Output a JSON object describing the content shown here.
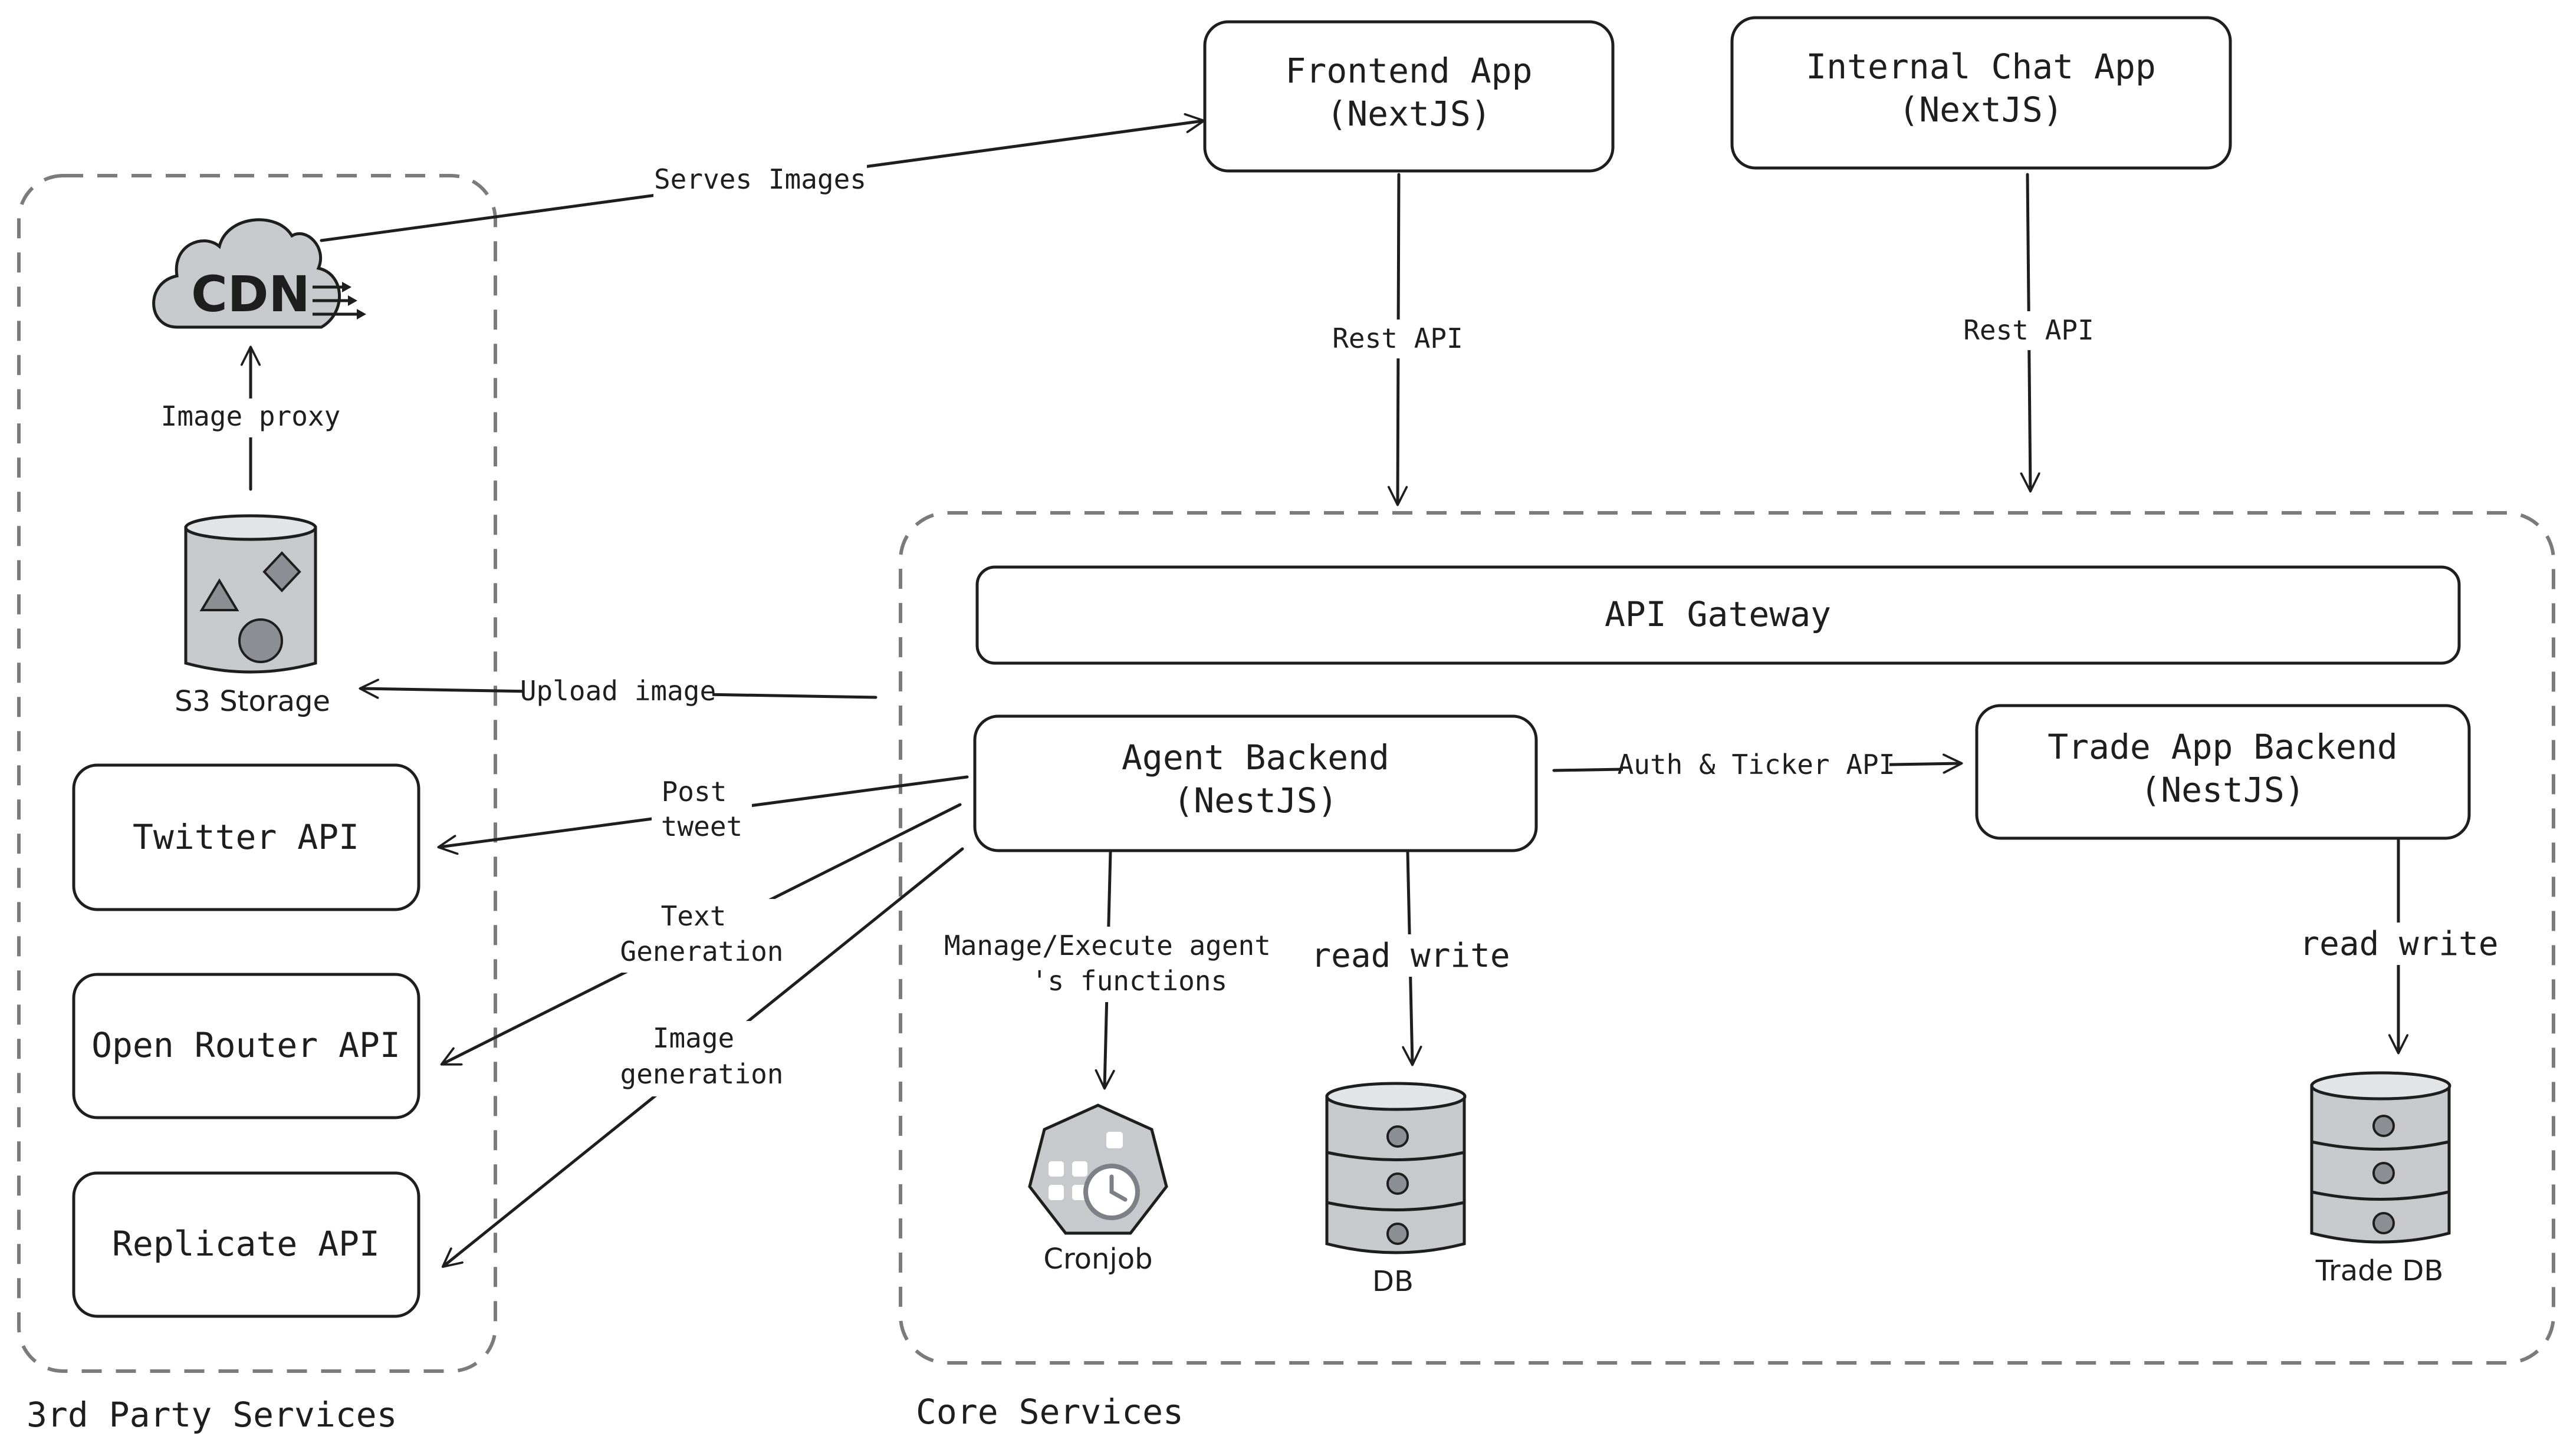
{
  "groups": {
    "third_party": {
      "label": "3rd Party Services"
    },
    "core": {
      "label": "Core Services"
    }
  },
  "nodes": {
    "frontend": {
      "line1": "Frontend App",
      "line2": "(NextJS)"
    },
    "internal_chat": {
      "line1": "Internal Chat App",
      "line2": "(NextJS)"
    },
    "api_gateway": {
      "label": "API Gateway"
    },
    "agent_backend": {
      "line1": "Agent Backend",
      "line2": "(NestJS)"
    },
    "trade_backend": {
      "line1": "Trade App Backend",
      "line2": "(NestJS)"
    },
    "twitter": {
      "label": "Twitter API"
    },
    "open_router": {
      "label": "Open Router API"
    },
    "replicate": {
      "label": "Replicate API"
    },
    "cdn": {
      "label": "CDN"
    },
    "s3": {
      "label": "S3 Storage"
    },
    "cronjob": {
      "label": "Cronjob"
    },
    "db": {
      "label": "DB"
    },
    "trade_db": {
      "label": "Trade DB"
    }
  },
  "edges": {
    "serves_images": {
      "label": "Serves Images"
    },
    "rest_api_frontend": {
      "label": "Rest API"
    },
    "rest_api_chat": {
      "label": "Rest API"
    },
    "image_proxy": {
      "label": "Image proxy"
    },
    "upload_image": {
      "label": "Upload image"
    },
    "post_tweet": {
      "line1": "Post",
      "line2": "tweet"
    },
    "text_generation": {
      "line1": "Text",
      "line2": "Generation"
    },
    "image_generation": {
      "line1": "Image",
      "line2": "generation"
    },
    "auth_ticker": {
      "label": "Auth & Ticker API"
    },
    "manage_execute": {
      "line1": "Manage/Execute agent",
      "line2": "'s functions"
    },
    "read_write_db": {
      "label": "read write"
    },
    "read_write_trade_db": {
      "label": "read write"
    }
  },
  "colors": {
    "stroke": "#1e1e1e",
    "group_border": "#7b7b7b",
    "icon_fill": "#c7c9cc",
    "icon_shape": "#8b8e93",
    "background": "#ffffff"
  }
}
